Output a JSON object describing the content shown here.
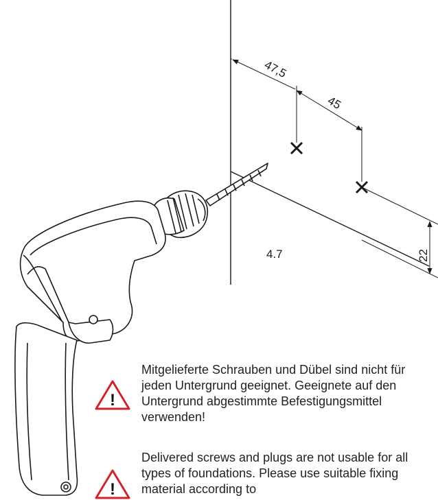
{
  "dimensions": {
    "edge_to_first_hole": "47,5",
    "hole_spacing": "45",
    "height_from_bottom": "22",
    "drill_size": "4.7"
  },
  "warnings": {
    "de": "Mitgelieferte Schrauben und Dübel sind nicht für jeden Untergrund geeignet. Geeignete auf den Untergrund abgestimmte Befestigungsmittel verwenden!",
    "en": "Delivered screws and plugs are not usable for all types of foundations. Please use suitable fixing material according to"
  },
  "warning_symbol": "!",
  "colors": {
    "warning_red": "#d2232a",
    "line": "#1a1a1a"
  },
  "icons": {
    "warning": "warning-triangle-icon",
    "drill": "power-drill-icon",
    "hole_mark": "cross-mark-icon"
  }
}
